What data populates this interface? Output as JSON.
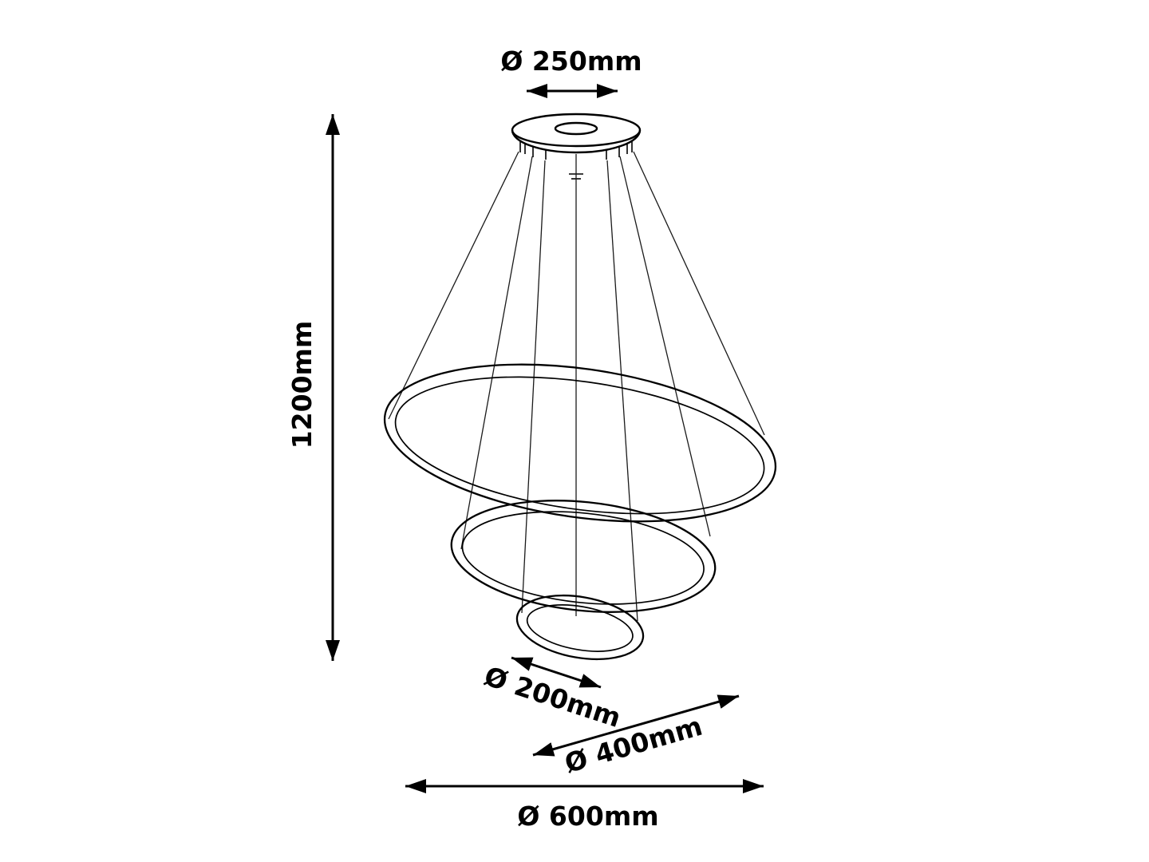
{
  "diagram": {
    "dimensions": {
      "canopy": {
        "label": "Ø 250mm"
      },
      "height": {
        "label": "1200mm"
      },
      "ring_small": {
        "label": "Ø 200mm"
      },
      "ring_middle": {
        "label": "Ø 400mm"
      },
      "ring_large": {
        "label": "Ø 600mm"
      }
    },
    "colors": {
      "line": "#000000",
      "background": "#ffffff"
    }
  }
}
